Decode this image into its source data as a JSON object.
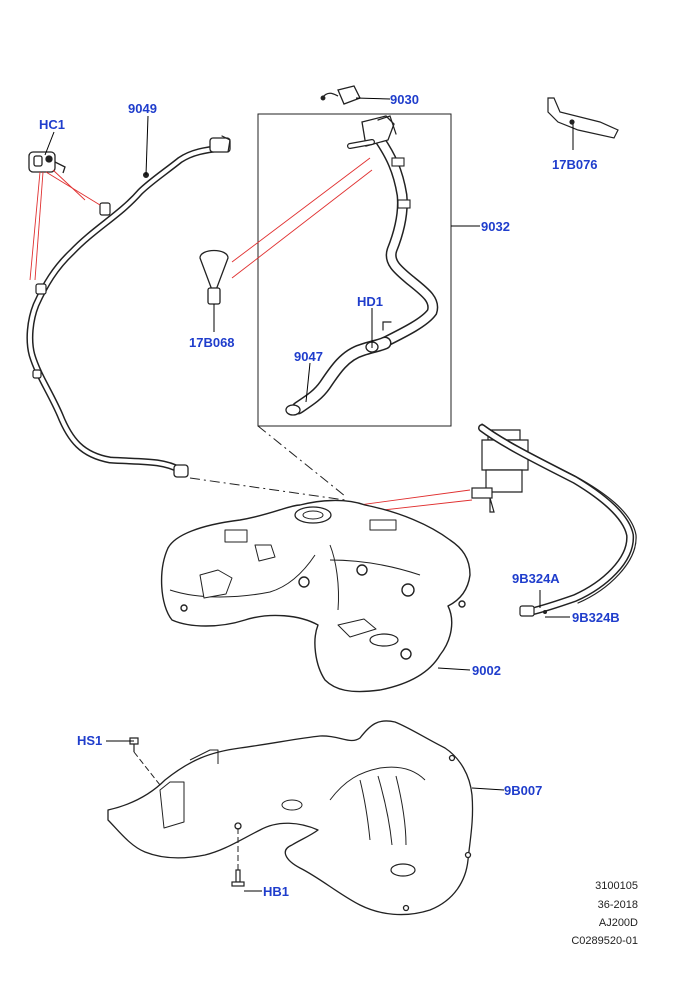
{
  "callouts": {
    "hc1": "HC1",
    "p9049": "9049",
    "p9030": "9030",
    "p17b076": "17B076",
    "p9032": "9032",
    "hd1": "HD1",
    "p17b068": "17B068",
    "p9047": "9047",
    "p9b324a": "9B324A",
    "p9b324b": "9B324B",
    "p9002": "9002",
    "hs1": "HS1",
    "p9b007": "9B007",
    "hb1": "HB1"
  },
  "footer": {
    "line1": "3100105",
    "line2": "36-2018",
    "line3": "AJ200D",
    "line4": "C0289520-01"
  },
  "colors": {
    "callout_text": "#1f3dcc",
    "leader_line": "#000000",
    "highlight_line": "#e03030",
    "part_stroke": "#222222"
  }
}
